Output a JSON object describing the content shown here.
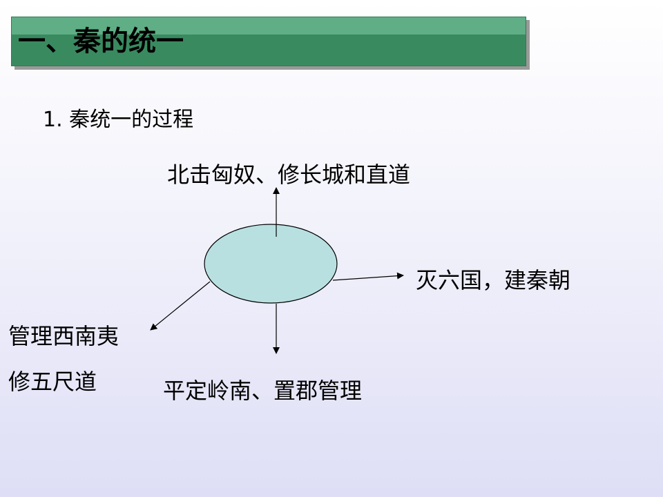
{
  "slide": {
    "title": "一、秦的统一",
    "subtitle": "1. 秦统一的过程"
  },
  "diagram": {
    "center_fill": "#b9e0e0",
    "labels": {
      "north": "北击匈奴、修长城和直道",
      "east": "灭六国，建秦朝",
      "south": "平定岭南、置郡管理",
      "southwest_line1": "管理西南夷",
      "southwest_line2": "修五尺道"
    }
  },
  "colors": {
    "title_bar_top": "#5fae85",
    "title_bar_bottom": "#3a8a60"
  }
}
